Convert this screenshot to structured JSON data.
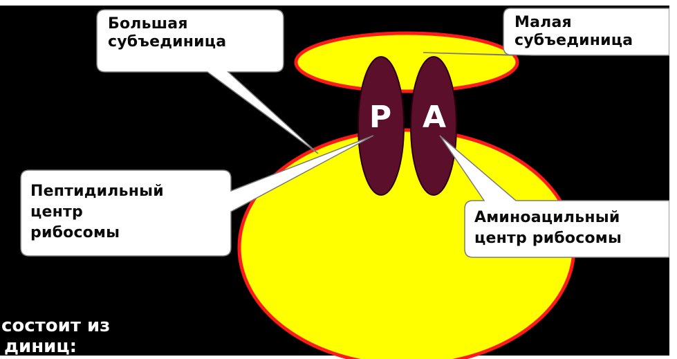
{
  "colors": {
    "background": "#000000",
    "subunit_fill": "#ffff00",
    "subunit_outline": "#ff1a1a",
    "site_fill": "#5b0f2a",
    "callout_fill": "#ffffff",
    "callout_border": "#7a7a7a"
  },
  "callouts": {
    "large_subunit": "Большая\nсубъединица",
    "small_subunit": "Малая\nсубъединица",
    "peptidyl_center": "Пептидильный\nцентр\nрибосомы",
    "aminoacyl_center": "Аминоацильный\nцентр рибосомы"
  },
  "sites": {
    "p_label": "P",
    "a_label": "A"
  },
  "bottom_text": {
    "line1": "состоит из",
    "line2": "диниц:"
  }
}
